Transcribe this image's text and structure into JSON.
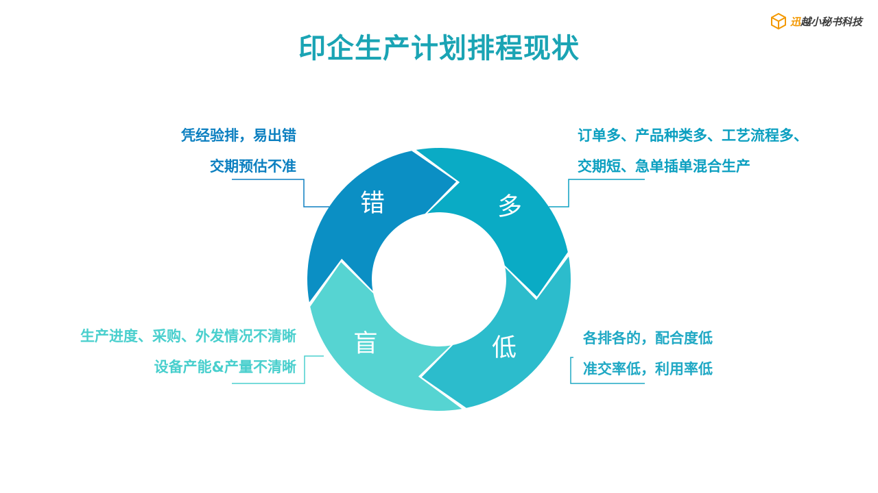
{
  "title": "印企生产计划排程现状",
  "logo": {
    "text_highlight": "迅",
    "text_rest": "越小秘书科技",
    "icon": "hexagon-cube-icon"
  },
  "colors": {
    "title": "#1aa4b4",
    "seg_top_left": "#0b8fc4",
    "seg_top_right": "#0aabc5",
    "seg_bottom_right": "#2cbccc",
    "seg_bottom_left": "#56d4d2",
    "text_top_left": "#0b7fc0",
    "text_top_right": "#0b9fc0",
    "text_bottom_right": "#1fa8c4",
    "text_bottom_left": "#49cfcd"
  },
  "segments": [
    {
      "key": "top_left",
      "label": "错",
      "lines": [
        "凭经验排，易出错",
        "交期预估不准"
      ]
    },
    {
      "key": "top_right",
      "label": "多",
      "lines": [
        "订单多、产品种类多、工艺流程多、",
        "交期短、急单插单混合生产"
      ]
    },
    {
      "key": "bottom_right",
      "label": "低",
      "lines": [
        "各排各的，配合度低",
        "准交率低，利用率低"
      ]
    },
    {
      "key": "bottom_left",
      "label": "盲",
      "lines": [
        "生产进度、采购、外发情况不清晰",
        "设备产能&产量不清晰"
      ]
    }
  ]
}
